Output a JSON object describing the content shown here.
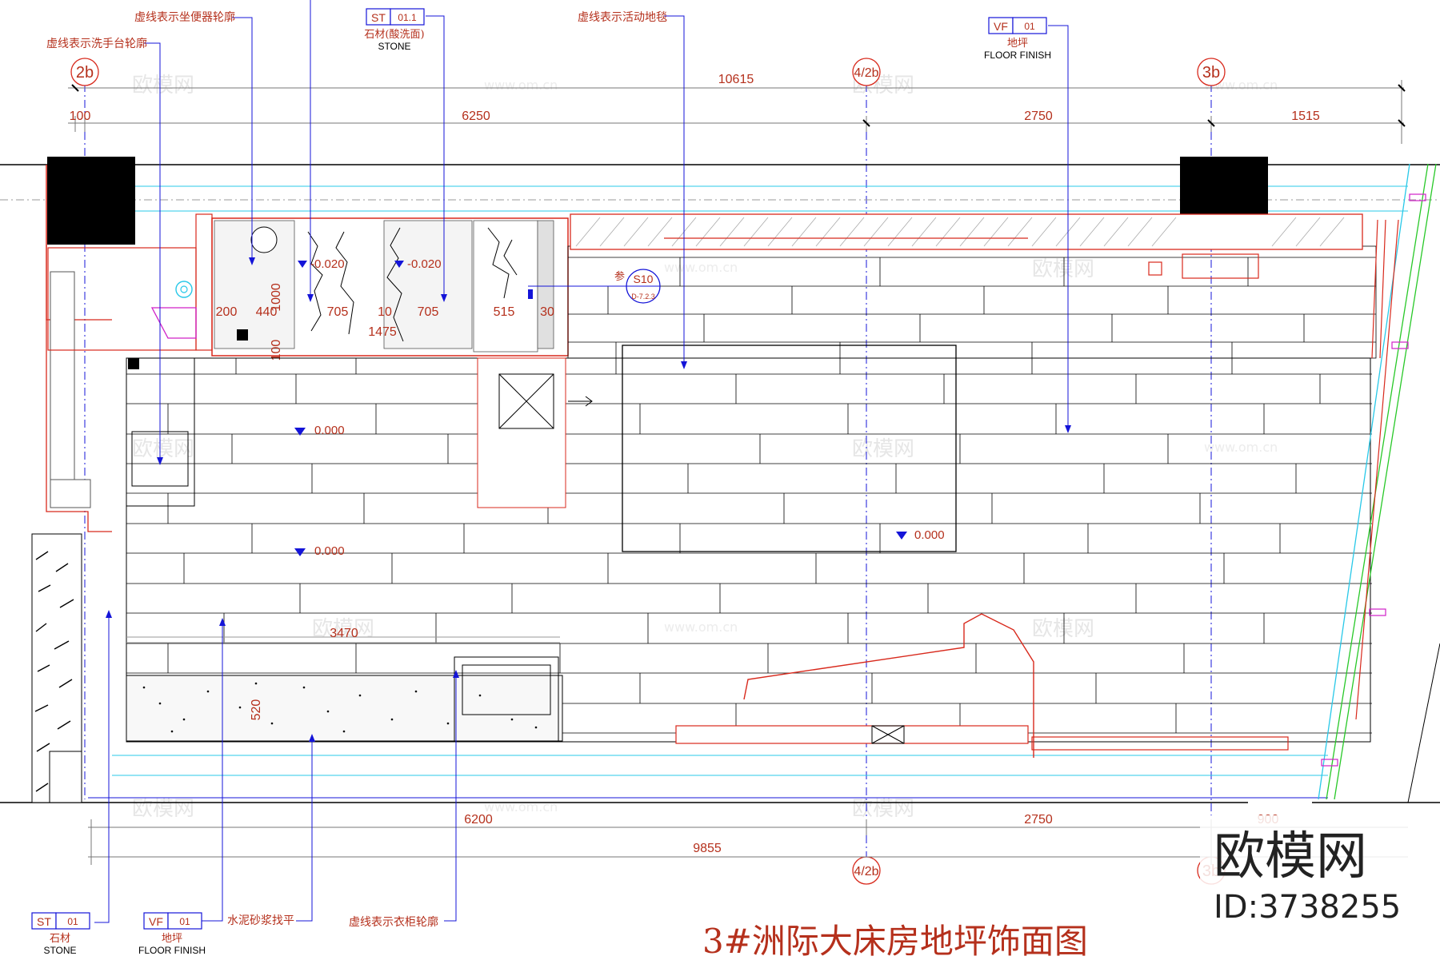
{
  "drawing": {
    "title": "3#洲际大床房地坪饰面图",
    "brand": "欧模网",
    "brand_id": "ID:3738255",
    "watermark_logo": "欧模网",
    "watermark_url": "www.om.cn"
  },
  "notes": {
    "toilet": "虚线表示坐便器轮廓",
    "basin": "虚线表示洗手台轮廓",
    "carpet": "虚线表示活动地毯",
    "mortar": "水泥砂浆找平",
    "wardrobe": "虚线表示衣柜轮廓"
  },
  "tags": {
    "stone_top": {
      "code": "ST",
      "num": "01.1",
      "cn": "石材(酸洗面)",
      "en": "STONE"
    },
    "floor_top": {
      "code": "VF",
      "num": "01",
      "cn": "地坪",
      "en": "FLOOR FINISH"
    },
    "stone_bottom": {
      "code": "ST",
      "num": "01",
      "cn": "石材",
      "en": "STONE"
    },
    "floor_bottom": {
      "code": "VF",
      "num": "01",
      "cn": "地坪",
      "en": "FLOOR FINISH"
    }
  },
  "grid": {
    "left": "2b",
    "mid": "4/2b",
    "right": "3b",
    "mid_bottom": "4/2b",
    "right_bottom": "3b"
  },
  "dims_top": {
    "overall": "10615",
    "a": "100",
    "b": "6250",
    "c": "2750",
    "d": "1515"
  },
  "dims_bottom": {
    "a": "6200",
    "b": "2750",
    "c": "900",
    "overall": "9855"
  },
  "dims_bath": {
    "w200": "200",
    "w440": "440",
    "w705a": "705",
    "w10": "10",
    "w705b": "705",
    "w515": "515",
    "w30": "30",
    "total": "1475",
    "h1000": "1000",
    "h100": "100"
  },
  "dims_other": {
    "shelf": "3470",
    "depth": "520"
  },
  "levels": {
    "bath1": "-0.020",
    "bath2": "-0.020",
    "room1": "0.000",
    "room2": "0.000",
    "room3": "0.000"
  },
  "ref": {
    "prefix": "参",
    "code": "S10",
    "sheet": "D-7.2.3"
  },
  "colors": {
    "red": "#d8291c",
    "orange_text": "#b5301c",
    "blue": "#1414d8",
    "cyan": "#28c8e8",
    "green": "#28c828",
    "magenta": "#d020c8",
    "black": "#000000"
  }
}
